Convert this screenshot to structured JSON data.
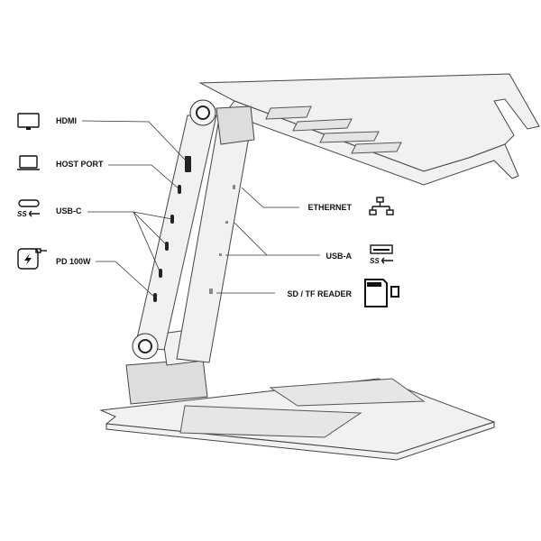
{
  "diagram": {
    "left_labels": {
      "hdmi": "HDMI",
      "host_port": "HOST PORT",
      "usb_c": "USB-C",
      "pd": "PD 100W"
    },
    "right_labels": {
      "ethernet": "ETHERNET",
      "usb_a": "USB-A",
      "sd_tf": "SD / TF READER"
    },
    "icons": [
      "monitor-icon",
      "laptop-icon",
      "usb-c-icon",
      "power-delivery-icon",
      "ethernet-network-icon",
      "usb-a-icon",
      "sd-card-icon"
    ],
    "ss_logo_text": "SS"
  }
}
